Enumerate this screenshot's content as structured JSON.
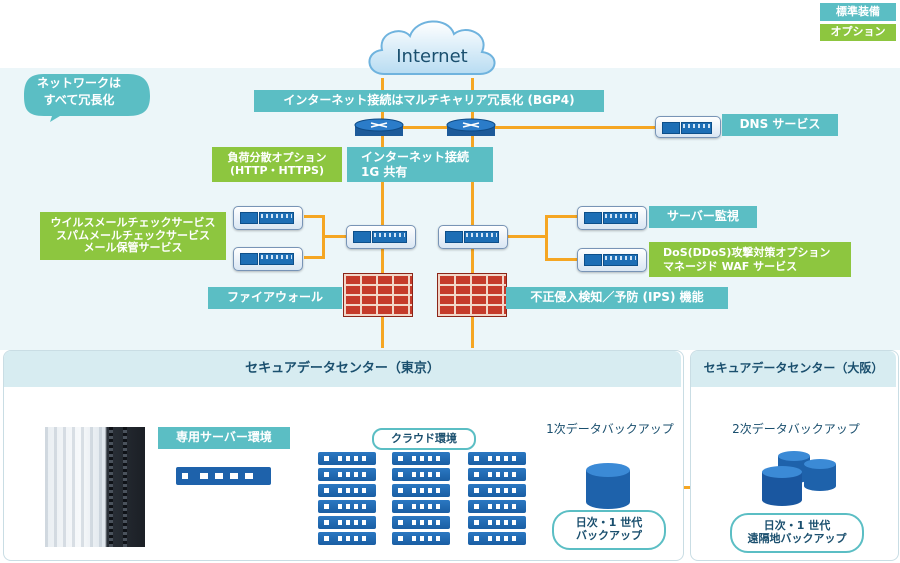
{
  "legend": {
    "standard": "標準装備",
    "option": "オプション"
  },
  "internet": "Internet",
  "bubble": {
    "line1": "ネットワークは",
    "line2": "すべて冗長化"
  },
  "labels": {
    "multicarrier": "インターネット接続はマルチキャリア冗長化 (BGP4)",
    "connection_line1": "インターネット接続",
    "connection_line2": "1G 共有",
    "loadbalance_line1": "負荷分散オプション",
    "loadbalance_line2": "(HTTP・HTTPS)",
    "dns": "DNS サービス",
    "mail_line1": "ウイルスメールチェックサービス",
    "mail_line2": "スパムメールチェックサービス",
    "mail_line3": "メール保管サービス",
    "server_monitor": "サーバー監視",
    "dos_line1": "DoS(DDoS)攻撃対策オプション",
    "dos_line2": "マネージド WAF サービス",
    "firewall": "ファイアウォール",
    "ips": "不正侵入検知／予防 (IPS) 機能"
  },
  "dc_tokyo": {
    "title": "セキュアデータセンター（東京）",
    "dedicated": "専用サーバー環境",
    "cloud": "クラウド環境",
    "backup1_title": "1次データバックアップ",
    "backup1_line1": "日次・1 世代",
    "backup1_line2": "バックアップ"
  },
  "dc_osaka": {
    "title": "セキュアデータセンター（大阪）",
    "backup2_title": "2次データバックアップ",
    "backup2_line1": "日次・1 世代",
    "backup2_line2": "遠隔地バックアップ"
  },
  "colors": {
    "standard": "#5bbec4",
    "option": "#8dc63f",
    "link": "#f5a623"
  }
}
